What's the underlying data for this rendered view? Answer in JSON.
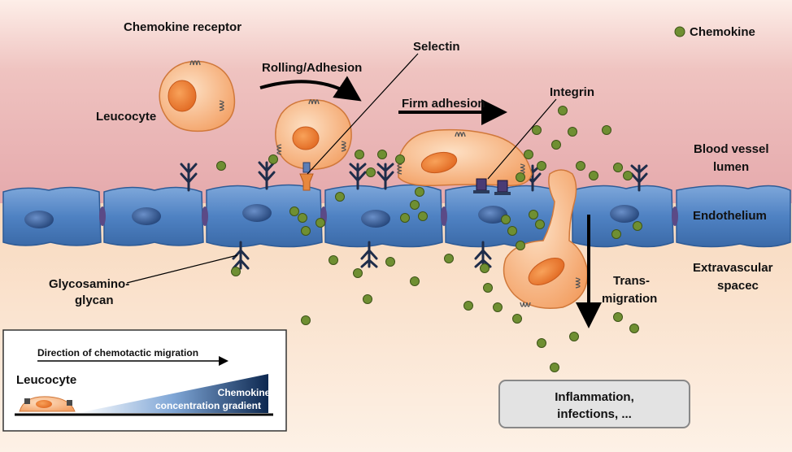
{
  "labels": {
    "chemokine_receptor": "Chemokine receptor",
    "leucocyte": "Leucocyte",
    "rolling_adhesion": "Rolling/Adhesion",
    "selectin": "Selectin",
    "firm_adhesion": "Firm adhesion",
    "integrin": "Integrin",
    "chemokine": "Chemokine",
    "blood_vessel_lumen_1": "Blood vessel",
    "blood_vessel_lumen_2": "lumen",
    "endothelium": "Endothelium",
    "extravascular_1": "Extravascular",
    "extravascular_2": "spacec",
    "glycosaminoglycan_1": "Glycosamino-",
    "glycosaminoglycan_2": "glycan",
    "transmigration_1": "Trans-",
    "transmigration_2": "migration",
    "inflammation_1": "Inflammation,",
    "inflammation_2": "infections, ..."
  },
  "legend": {
    "direction": "Direction of chemotactic migration",
    "leucocyte": "Leucocyte",
    "gradient_1": "Chemokine",
    "gradient_2": "concentration gradient"
  },
  "colors": {
    "chemokine_dot": "#6f8f32",
    "endothelium": "#4d7fc0",
    "leucocyte": "#f4a96a",
    "lumen_top": "#fde0d6",
    "lumen_mid": "#e8aeb0",
    "extravascular": "#fbe3cc"
  }
}
